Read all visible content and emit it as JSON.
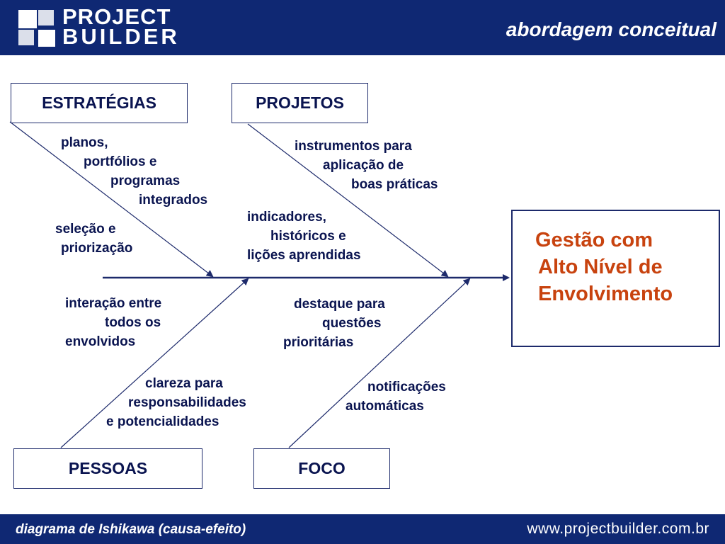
{
  "header": {
    "logo_line1": "PROJECT",
    "logo_line2": "BUILDER",
    "subtitle": "abordagem conceitual",
    "bg_color": "#0f2873"
  },
  "categories": {
    "strategies": "ESTRATÉGIAS",
    "projects": "PROJETOS",
    "people": "PESSOAS",
    "focus": "FOCO"
  },
  "causes": {
    "strategies_a": [
      "planos,",
      "portfólios e",
      "programas",
      "integrados"
    ],
    "strategies_b": [
      "seleção e",
      "priorização"
    ],
    "projects_a": [
      "instrumentos para",
      "aplicação de",
      "boas práticas"
    ],
    "projects_b": [
      "indicadores,",
      "históricos e",
      "lições aprendidas"
    ],
    "people_a": [
      "interação entre",
      "todos os",
      "envolvidos"
    ],
    "people_b": [
      "clareza para",
      "responsabilidades",
      "e potencialidades"
    ],
    "focus_a": [
      "destaque para",
      "questões",
      "prioritárias"
    ],
    "focus_b": [
      "notificações",
      "automáticas"
    ]
  },
  "effect": {
    "lines": [
      "Gestão com",
      "Alto Nível de",
      "Envolvimento"
    ],
    "color": "#c8430f"
  },
  "footer": {
    "caption": "diagrama de Ishikawa (causa-efeito)",
    "url": "www.projectbuilder.com.br"
  }
}
